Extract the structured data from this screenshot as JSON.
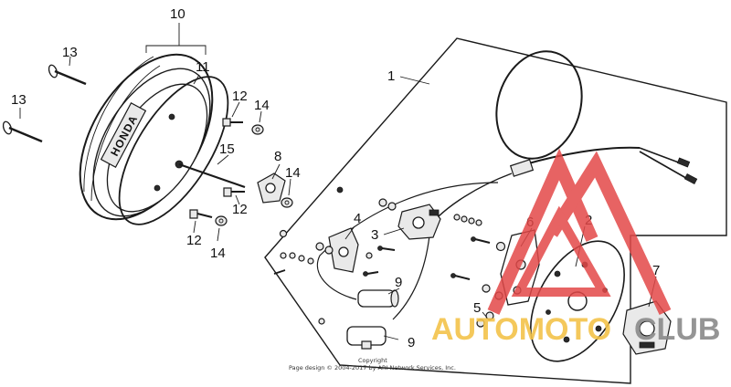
{
  "diagram": {
    "callouts": [
      {
        "id": "c1",
        "text": "1"
      },
      {
        "id": "c2",
        "text": "2"
      },
      {
        "id": "c3",
        "text": "3"
      },
      {
        "id": "c4",
        "text": "4"
      },
      {
        "id": "c5",
        "text": "5"
      },
      {
        "id": "c6",
        "text": "6"
      },
      {
        "id": "c7",
        "text": "7"
      },
      {
        "id": "c8",
        "text": "8"
      },
      {
        "id": "c9a",
        "text": "9"
      },
      {
        "id": "c9b",
        "text": "9"
      },
      {
        "id": "c10",
        "text": "10"
      },
      {
        "id": "c11",
        "text": "11"
      },
      {
        "id": "c12a",
        "text": "12"
      },
      {
        "id": "c12b",
        "text": "12"
      },
      {
        "id": "c12c",
        "text": "12"
      },
      {
        "id": "c13a",
        "text": "13"
      },
      {
        "id": "c13b",
        "text": "13"
      },
      {
        "id": "c14a",
        "text": "14"
      },
      {
        "id": "c14b",
        "text": "14"
      },
      {
        "id": "c14c",
        "text": "14"
      },
      {
        "id": "c15",
        "text": "15"
      }
    ],
    "copyright_line1": "Copyright",
    "copyright_line2": "Page design © 2004-2017 by ARI Network Services, Inc.",
    "cover_emblem_text": "HONDA"
  },
  "watermark": {
    "text_left": "AUTOMOTO",
    "text_right": "CLUB",
    "color_red": "#e34848",
    "color_yellow": "#f3c34a",
    "color_gray": "#8a8a8a"
  }
}
